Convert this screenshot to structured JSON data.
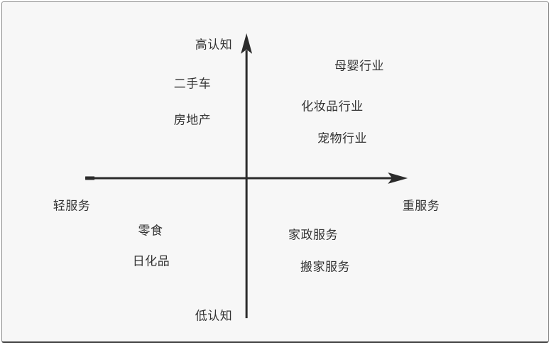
{
  "diagram": {
    "type": "quadrant-matrix",
    "colors": {
      "background": "#f7f7f7",
      "border": "#8e8e8e",
      "axis": "#2b2b2b",
      "text": "#333333"
    },
    "axes": {
      "y_top_label": "高认知",
      "y_bottom_label": "低认知",
      "x_left_label": "轻服务",
      "x_right_label": "重服务"
    },
    "quadrants": {
      "top_left": [
        "二手车",
        "房地产"
      ],
      "top_right": [
        "母婴行业",
        "化妆品行业",
        "宠物行业"
      ],
      "bottom_left": [
        "零食",
        "日化品"
      ],
      "bottom_right": [
        "家政服务",
        "搬家服务"
      ]
    }
  }
}
